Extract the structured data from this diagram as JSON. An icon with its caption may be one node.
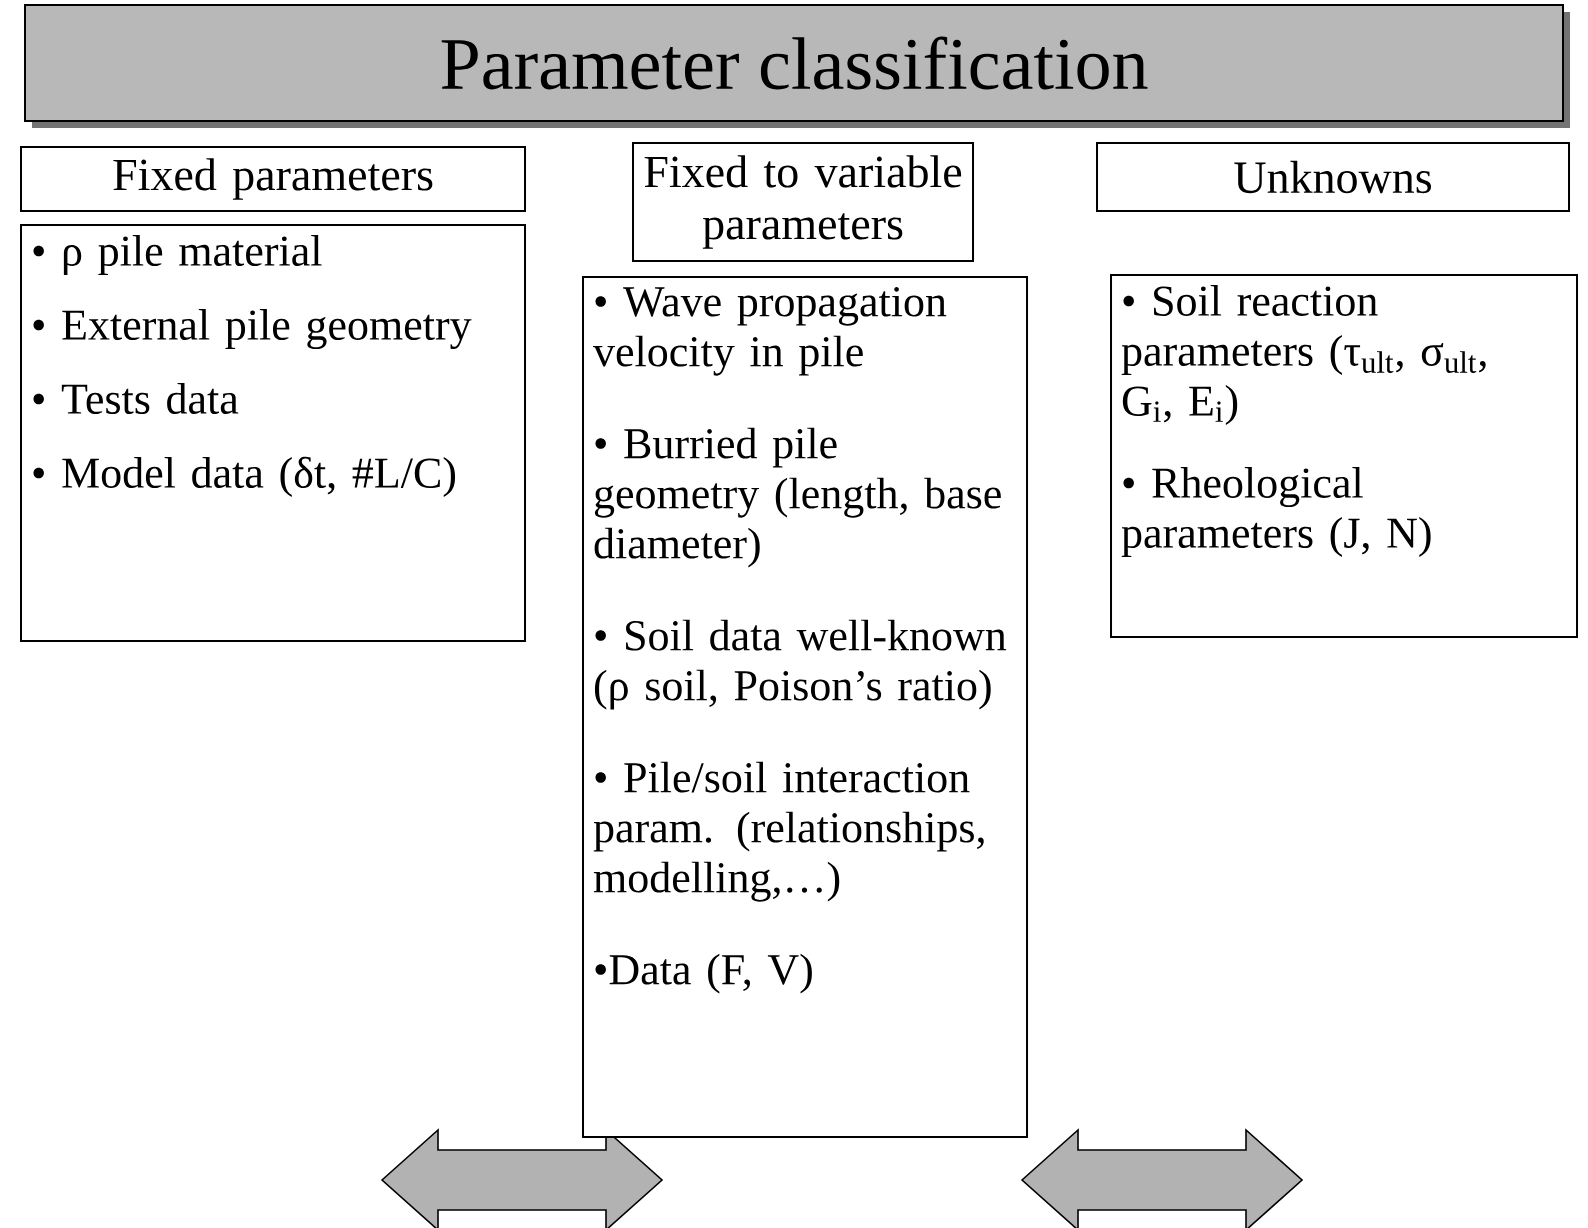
{
  "diagram": {
    "nodes": [
      {
        "text": [
          "Parameter classification"
        ]
      },
      {
        "text": [
          "Fixed parameters"
        ]
      },
      {
        "text": [
          "• ρ pile material",
          "• External pile geometry",
          "• Tests data",
          "• Model data (δt, #L/C)"
        ]
      },
      {
        "text": [
          "Fixed to variable parameters"
        ]
      },
      {
        "text": [
          "• Wave propagation velocity in pile",
          "• Burried pile geometry (length, base diameter)",
          "• Soil data well-known (ρ soil, Poison’s ratio)",
          "• Pile/soil interaction param. (relationships, modelling,…)",
          "•Data (F, V)"
        ]
      },
      {
        "text": [
          "Unknowns"
        ]
      },
      {
        "text": [
          "• Soil reaction parameters  (τ$_{ult}$, σ$_{ult}$, G$_{i}$, E$_{i}$)",
          "• Rheological parameters (J, N)"
        ]
      }
    ]
  }
}
